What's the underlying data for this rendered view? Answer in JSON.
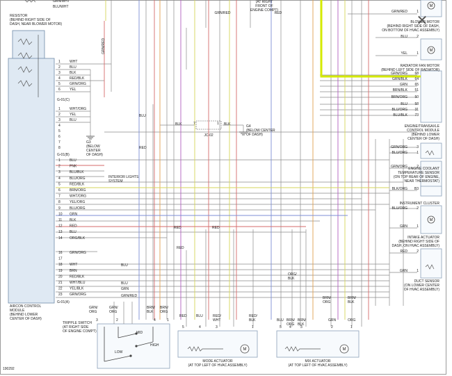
{
  "figure_id": "190292",
  "components": {
    "resistor": [
      "RESISTOR",
      "(BEHIND RIGHT SIDE OF",
      "DASH, NEAR BLOWER MOTOR)"
    ],
    "engine_compt_top": [
      "(AT RIGHT",
      "FRONT OF",
      "ENGINE COMPT)"
    ],
    "blower_motor": [
      "BLOWER MOTOR",
      "(BEHIND RIGHT SIDE OF DASH,",
      "ON BOTTOM OF HVAC ASSEMBLY)"
    ],
    "radiator_fan": [
      "RADIATOR FAN MOTOR",
      "(BEHIND LEFT SIDE OF RADIATOR)"
    ],
    "ecm": [
      "ENGINE/TRANSAXLE",
      "CONTROL MODULE",
      "(BEHIND LOWER",
      "CENTER OF DASH)"
    ],
    "coolant_sensor": [
      "ENGINE COOLANT",
      "TEMPERATURE SENSOR",
      "(ON TOP REAR OF ENGINE,",
      "NEAR THERMOSTAT)"
    ],
    "instrument_cluster": [
      "INSTRUMENT CLUSTER"
    ],
    "intake_actuator": [
      "INTAKE ACTUATOR",
      "(BEHIND RIGHT SIDE OF",
      "DASH, ON HVAC ASSEMBLY)"
    ],
    "duct_sensor": [
      "DUCT SENSOR",
      "(ON LOWER CENTER",
      "OF HVAC ASSEMBLY)"
    ],
    "aircon_module": [
      "AIRCON CONTROL",
      "MODULE",
      "(BEHIND LOWER",
      "CENTER OF DASH)"
    ],
    "triple_switch": [
      "TRIPPLE SWITCH",
      "(AT RIGHT SIDE",
      "OF ENGINE COMPT)"
    ],
    "mode_actuator": [
      "MODE ACTUATOR",
      "(AT TOP LEFT OF HVAC ASSEMBLY)"
    ],
    "mix_actuator": [
      "MIX ACTUATOR",
      "(AT TOP LEFT OF HVAC ASSEMBLY)"
    ],
    "interior_lights": [
      "INTERIOR LIGHTS",
      "SYSTEM"
    ],
    "g3": [
      "G3",
      "(BELOW",
      "CENTER",
      "OF DASH)"
    ],
    "g4": [
      "G4",
      "(BELOW CENTER",
      "OF DASH)"
    ],
    "jc02": "JC-02"
  },
  "switch_labels": {
    "mid": "MID",
    "high": "HIGH",
    "low": "LOW"
  },
  "connectors": {
    "c": "G-01(C)",
    "b": "G-01(B)",
    "a": "G-01(A)"
  },
  "resistor_top_wires": [
    "GRN/WHT",
    "BLU/WHT"
  ],
  "resistor_vertical_wire": "GRN/RED",
  "top_wire_labels": {
    "grn_red": "GRN/RED",
    "red": "RED"
  },
  "conn_c_pins": [
    {
      "pin": "1",
      "color": "WHT"
    },
    {
      "pin": "2",
      "color": "BLU"
    },
    {
      "pin": "3",
      "color": "BLK"
    },
    {
      "pin": "4",
      "color": "RED/BLK"
    },
    {
      "pin": "5",
      "color": "GRN/ORG"
    },
    {
      "pin": "6",
      "color": "YEL"
    },
    {
      "pin": "1",
      "color": "WHT/ORG"
    },
    {
      "pin": "2",
      "color": "YEL"
    },
    {
      "pin": "3",
      "color": "BLU"
    },
    {
      "pin": "4",
      "color": ""
    },
    {
      "pin": "5",
      "color": ""
    },
    {
      "pin": "6",
      "color": ""
    },
    {
      "pin": "7",
      "color": ""
    },
    {
      "pin": "8",
      "color": ""
    }
  ],
  "conn_b_pins": [
    {
      "pin": "1",
      "color": "BLU"
    },
    {
      "pin": "2",
      "color": "PNK"
    },
    {
      "pin": "3",
      "color": "BLU/BLK"
    },
    {
      "pin": "4",
      "color": "BLU/ORG"
    },
    {
      "pin": "5",
      "color": "RED/BLK"
    },
    {
      "pin": "6",
      "color": "BRN/ORG"
    },
    {
      "pin": "7",
      "color": "WHT/ORG"
    },
    {
      "pin": "8",
      "color": "YEL/ORG"
    },
    {
      "pin": "9",
      "color": "BLU/ORG"
    },
    {
      "pin": "10",
      "color": "GRN"
    },
    {
      "pin": "11",
      "color": "BLK"
    },
    {
      "pin": "12",
      "color": "RED"
    },
    {
      "pin": "13",
      "color": "BLU"
    },
    {
      "pin": "14",
      "color": "ORG/BLK"
    }
  ],
  "conn_a_pins": [
    {
      "pin": "16",
      "color": "GRN/ORG"
    },
    {
      "pin": "17",
      "color": ""
    },
    {
      "pin": "18",
      "color": "WHT"
    },
    {
      "pin": "19",
      "color": "BRN"
    },
    {
      "pin": "20",
      "color": "RED/BLK"
    },
    {
      "pin": "21",
      "color": "WHT/BLU"
    },
    {
      "pin": "22",
      "color": "YEL/BLK"
    },
    {
      "pin": "23",
      "color": "GRN/ORG"
    }
  ],
  "mid_labels": {
    "blu_vert": "BLU",
    "red_vert": "RED",
    "blk_left": "BLK",
    "blk_right": "BLK",
    "pin7": "7",
    "pin1": "1",
    "red_a": "RED",
    "red_b": "RED",
    "red_c": "RED",
    "blu_a": "BLU",
    "blu_b": "BLU",
    "grn": "GRN",
    "grn_red": "GRN/RED",
    "org_blk": "ORG/\nBLK"
  },
  "right_pins": [
    {
      "color": "GRN/RED",
      "pin": "1"
    },
    {
      "color": "BLU",
      "pin": "2"
    },
    {
      "color": "YEL",
      "pin": "1"
    },
    {
      "color": "GRN/ORG",
      "pin": "68"
    },
    {
      "color": "GRN/BLK",
      "pin": "64"
    },
    {
      "color": "GRN",
      "pin": "65"
    },
    {
      "color": "BRN/BLK",
      "pin": "51"
    },
    {
      "color": "BRN/ORG",
      "pin": "50"
    },
    {
      "color": "BLU",
      "pin": "58"
    },
    {
      "color": "BLU/ORG",
      "pin": "31"
    },
    {
      "color": "BLU/BLK",
      "pin": "73"
    },
    {
      "color": "GRN/ORG",
      "pin": "3"
    },
    {
      "color": "BLU/ORG",
      "pin": "1"
    },
    {
      "color": "GRN/ORG",
      "pin": "2"
    },
    {
      "color": "BLK/ORG",
      "pin": "B3"
    },
    {
      "color": "BLU/ORG",
      "pin": "2"
    },
    {
      "color": "GRN",
      "pin": "1"
    },
    {
      "color": "RED",
      "pin": "2"
    },
    {
      "color": "GRN",
      "pin": "1"
    }
  ],
  "switch_top": {
    "wires": [
      "GRN/\nORG",
      "GRN/\nORG",
      "BRN/\nBLK",
      "BRN/\nORG"
    ],
    "pins": [
      "3",
      "2",
      "4",
      "1"
    ]
  },
  "mode_top": {
    "wires": [
      "RED",
      "BLU",
      "RED/\nWHT",
      "RED/\nBLK"
    ],
    "pins": [
      "5",
      "4",
      "3",
      "1"
    ]
  },
  "mix_top": {
    "wires": [
      "BLU",
      "BRN/\nORG",
      "BRN/\nBLK",
      "GRN",
      "ORG"
    ],
    "pins": [
      "5",
      "4",
      "3",
      "2",
      "1"
    ],
    "side": [
      "ORG/\nBLK",
      "BRN/\nORG",
      "BRN/\nBLK"
    ]
  },
  "colors": {
    "highlight": "#d4ea00",
    "box": "#dfe9f3",
    "wire_gray": "#8a8a8a"
  }
}
